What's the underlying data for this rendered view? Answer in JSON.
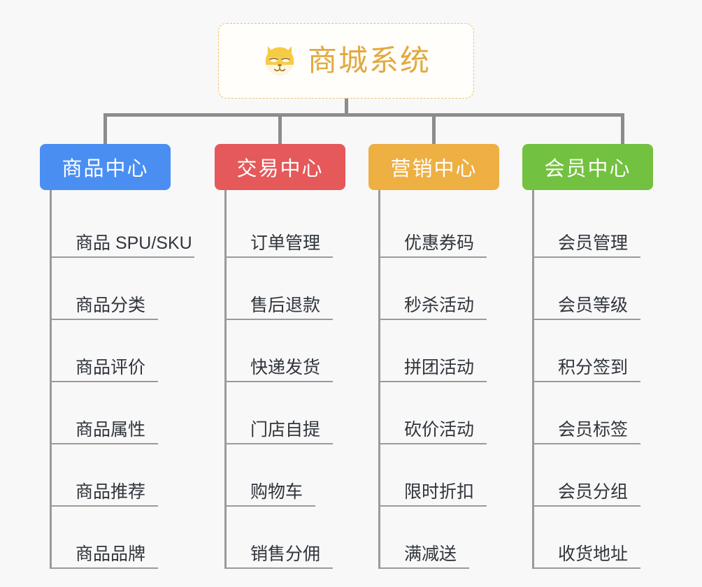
{
  "background_color": "#f8f8f8",
  "root": {
    "title": "商城系统",
    "icon": "shiba-dog-face-icon",
    "text_color": "#e2a93e",
    "border_color": "#f0c068",
    "fill_color": "#fffefb"
  },
  "connector_color": "#8c8c8c",
  "leaf_text_color": "#30353c",
  "leaf_rule_color": "#9a9a9a",
  "categories": [
    {
      "label": "商品中心",
      "color": "#4a8ef2",
      "items": [
        {
          "label": "商品 SPU/SKU",
          "width": "wide"
        },
        {
          "label": "商品分类",
          "width": "short"
        },
        {
          "label": "商品评价",
          "width": "short"
        },
        {
          "label": "商品属性",
          "width": "short"
        },
        {
          "label": "商品推荐",
          "width": "short"
        },
        {
          "label": "商品品牌",
          "width": "short"
        }
      ]
    },
    {
      "label": "交易中心",
      "color": "#e5595a",
      "items": [
        {
          "label": "订单管理",
          "width": "wide"
        },
        {
          "label": "售后退款",
          "width": "wide"
        },
        {
          "label": "快递发货",
          "width": "wide"
        },
        {
          "label": "门店自提",
          "width": "wide"
        },
        {
          "label": "购物车",
          "width": "short"
        },
        {
          "label": "销售分佣",
          "width": "wide"
        }
      ]
    },
    {
      "label": "营销中心",
      "color": "#eeaf43",
      "items": [
        {
          "label": "优惠券码",
          "width": "wide"
        },
        {
          "label": "秒杀活动",
          "width": "wide"
        },
        {
          "label": "拼团活动",
          "width": "wide"
        },
        {
          "label": "砍价活动",
          "width": "wide"
        },
        {
          "label": "限时折扣",
          "width": "wide"
        },
        {
          "label": "满减送",
          "width": "short"
        }
      ]
    },
    {
      "label": "会员中心",
      "color": "#73c140",
      "items": [
        {
          "label": "会员管理",
          "width": "wide"
        },
        {
          "label": "会员等级",
          "width": "wide"
        },
        {
          "label": "积分签到",
          "width": "wide"
        },
        {
          "label": "会员标签",
          "width": "wide"
        },
        {
          "label": "会员分组",
          "width": "wide"
        },
        {
          "label": "收货地址",
          "width": "wide"
        }
      ]
    }
  ]
}
